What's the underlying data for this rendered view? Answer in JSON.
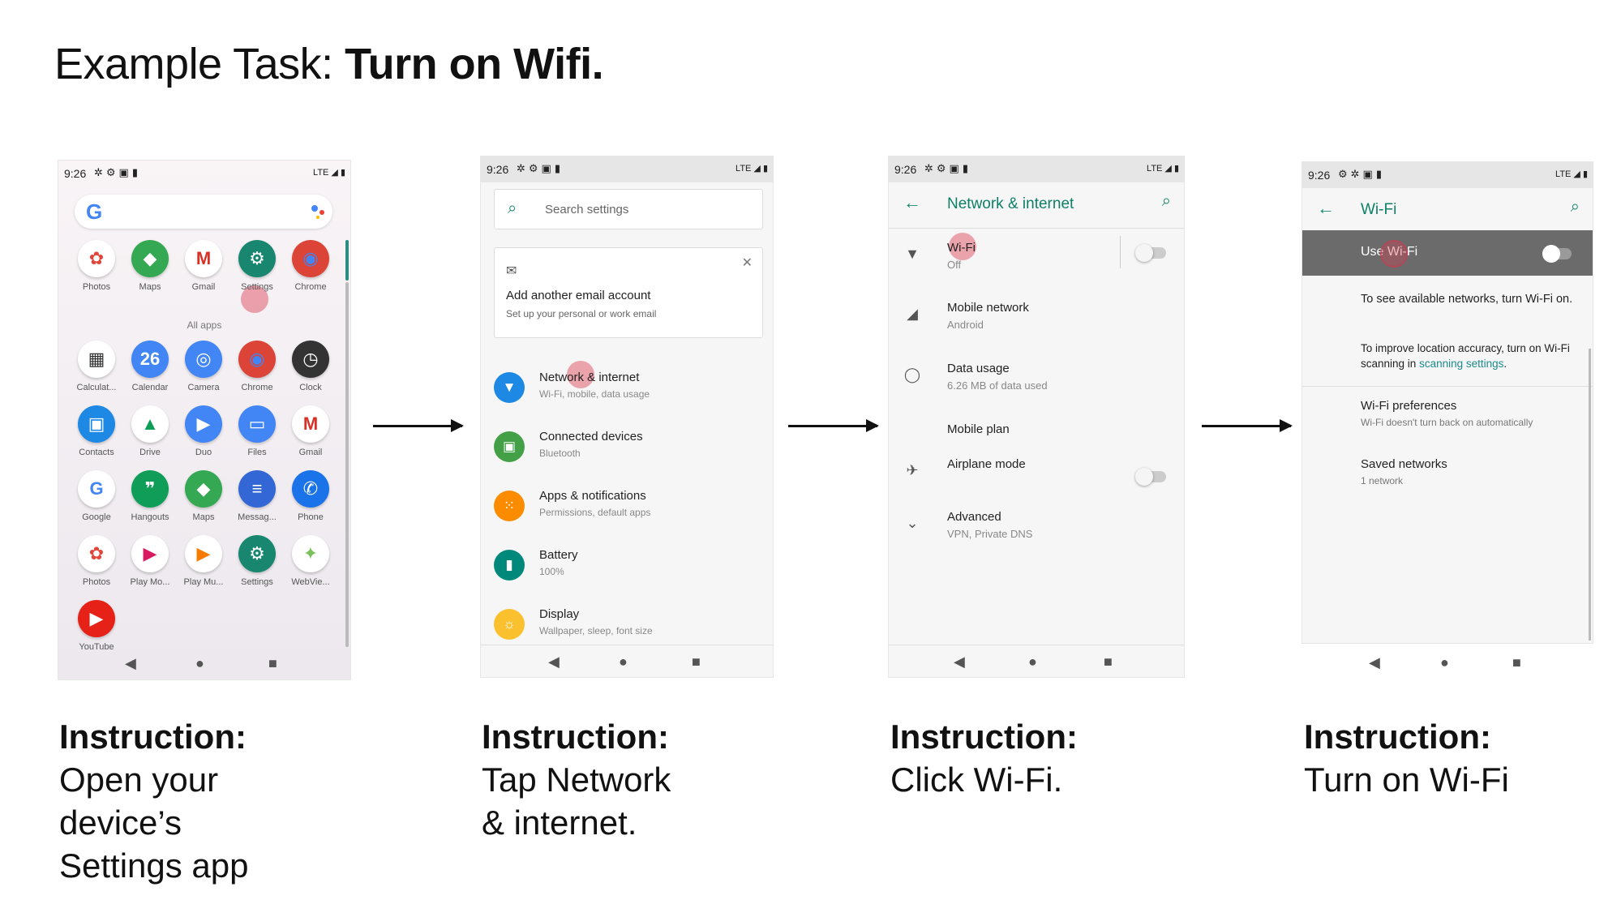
{
  "title": {
    "prefix": "Example Task:",
    "task": "Turn on Wifi."
  },
  "status": {
    "time": "9:26",
    "network": "LTE"
  },
  "phone1": {
    "row1": [
      {
        "label": "Photos",
        "color": "#ffffff",
        "glyph": "✿",
        "fg": "#e2453c"
      },
      {
        "label": "Maps",
        "color": "#34a853",
        "glyph": "◆",
        "fg": "#ffffff"
      },
      {
        "label": "Gmail",
        "color": "#ffffff",
        "glyph": "M",
        "fg": "#d93025"
      },
      {
        "label": "Settings",
        "color": "#19876f",
        "glyph": "⚙",
        "fg": "#ffffff"
      },
      {
        "label": "Chrome",
        "color": "#db4437",
        "glyph": "◉",
        "fg": "#4285f4"
      }
    ],
    "all_apps": "All apps",
    "grid": [
      {
        "label": "Calculat...",
        "color": "#ffffff",
        "glyph": "▦",
        "fg": "#333333"
      },
      {
        "label": "Calendar",
        "color": "#4285f4",
        "glyph": "26",
        "fg": "#ffffff"
      },
      {
        "label": "Camera",
        "color": "#4285f4",
        "glyph": "◎",
        "fg": "#ffffff"
      },
      {
        "label": "Chrome",
        "color": "#db4437",
        "glyph": "◉",
        "fg": "#4285f4"
      },
      {
        "label": "Clock",
        "color": "#333333",
        "glyph": "◷",
        "fg": "#ffffff"
      },
      {
        "label": "Contacts",
        "color": "#1e88e5",
        "glyph": "▣",
        "fg": "#ffffff"
      },
      {
        "label": "Drive",
        "color": "#ffffff",
        "glyph": "▲",
        "fg": "#0f9d58"
      },
      {
        "label": "Duo",
        "color": "#4285f4",
        "glyph": "▶",
        "fg": "#ffffff"
      },
      {
        "label": "Files",
        "color": "#4285f4",
        "glyph": "▭",
        "fg": "#ffffff"
      },
      {
        "label": "Gmail",
        "color": "#ffffff",
        "glyph": "M",
        "fg": "#d93025"
      },
      {
        "label": "Google",
        "color": "#ffffff",
        "glyph": "G",
        "fg": "#4285f4"
      },
      {
        "label": "Hangouts",
        "color": "#0f9d58",
        "glyph": "❞",
        "fg": "#ffffff"
      },
      {
        "label": "Maps",
        "color": "#34a853",
        "glyph": "◆",
        "fg": "#ffffff"
      },
      {
        "label": "Messag...",
        "color": "#3367d6",
        "glyph": "≡",
        "fg": "#ffffff"
      },
      {
        "label": "Phone",
        "color": "#1a73e8",
        "glyph": "✆",
        "fg": "#ffffff"
      },
      {
        "label": "Photos",
        "color": "#ffffff",
        "glyph": "✿",
        "fg": "#e2453c"
      },
      {
        "label": "Play Mo...",
        "color": "#ffffff",
        "glyph": "▶",
        "fg": "#d81b60"
      },
      {
        "label": "Play Mu...",
        "color": "#ffffff",
        "glyph": "▶",
        "fg": "#f57c00"
      },
      {
        "label": "Settings",
        "color": "#19876f",
        "glyph": "⚙",
        "fg": "#ffffff"
      },
      {
        "label": "WebVie...",
        "color": "#ffffff",
        "glyph": "✦",
        "fg": "#78c257"
      }
    ],
    "youtube": {
      "label": "YouTube",
      "color": "#e62117",
      "glyph": "▶",
      "fg": "#ffffff"
    }
  },
  "phone2": {
    "search_placeholder": "Search settings",
    "card": {
      "title": "Add another email account",
      "subtitle": "Set up your personal or work email"
    },
    "rows": [
      {
        "title": "Network & internet",
        "subtitle": "Wi-Fi, mobile, data usage",
        "color": "#1e88e5",
        "glyph": "▼"
      },
      {
        "title": "Connected devices",
        "subtitle": "Bluetooth",
        "color": "#43a047",
        "glyph": "▣"
      },
      {
        "title": "Apps & notifications",
        "subtitle": "Permissions, default apps",
        "color": "#fb8c00",
        "glyph": "⁙"
      },
      {
        "title": "Battery",
        "subtitle": "100%",
        "color": "#00897b",
        "glyph": "▮"
      },
      {
        "title": "Display",
        "subtitle": "Wallpaper, sleep, font size",
        "color": "#fbc02d",
        "glyph": "☼"
      }
    ]
  },
  "phone3": {
    "title": "Network & internet",
    "rows": [
      {
        "title": "Wi-Fi",
        "subtitle": "Off",
        "glyph": "▼"
      },
      {
        "title": "Mobile network",
        "subtitle": "Android",
        "glyph": "◢"
      },
      {
        "title": "Data usage",
        "subtitle": "6.26 MB of data used",
        "glyph": "◯"
      },
      {
        "title": "Mobile plan",
        "subtitle": "",
        "glyph": ""
      },
      {
        "title": "Airplane mode",
        "subtitle": "",
        "glyph": "✈"
      },
      {
        "title": "Advanced",
        "subtitle": "VPN, Private DNS",
        "glyph": "⌄"
      }
    ]
  },
  "phone4": {
    "title": "Wi-Fi",
    "use_wifi": "Use Wi-Fi",
    "msg1": "To see available networks, turn Wi-Fi on.",
    "msg2_pre": "To improve location accuracy, turn on Wi-Fi scanning in",
    "msg2_link": "scanning settings",
    "msg2_post": ".",
    "pref_title": "Wi-Fi preferences",
    "pref_sub": "Wi-Fi doesn't turn back on automatically",
    "saved_title": "Saved networks",
    "saved_sub": "1 network"
  },
  "instructions": [
    {
      "heading": "Instruction:",
      "lines": [
        "Open your",
        "device’s",
        "Settings app"
      ]
    },
    {
      "heading": "Instruction:",
      "lines": [
        "Tap Network",
        "& internet."
      ]
    },
    {
      "heading": "Instruction:",
      "lines": [
        "Click Wi-Fi."
      ]
    },
    {
      "heading": "Instruction:",
      "lines": [
        "Turn on Wi-Fi"
      ]
    }
  ]
}
